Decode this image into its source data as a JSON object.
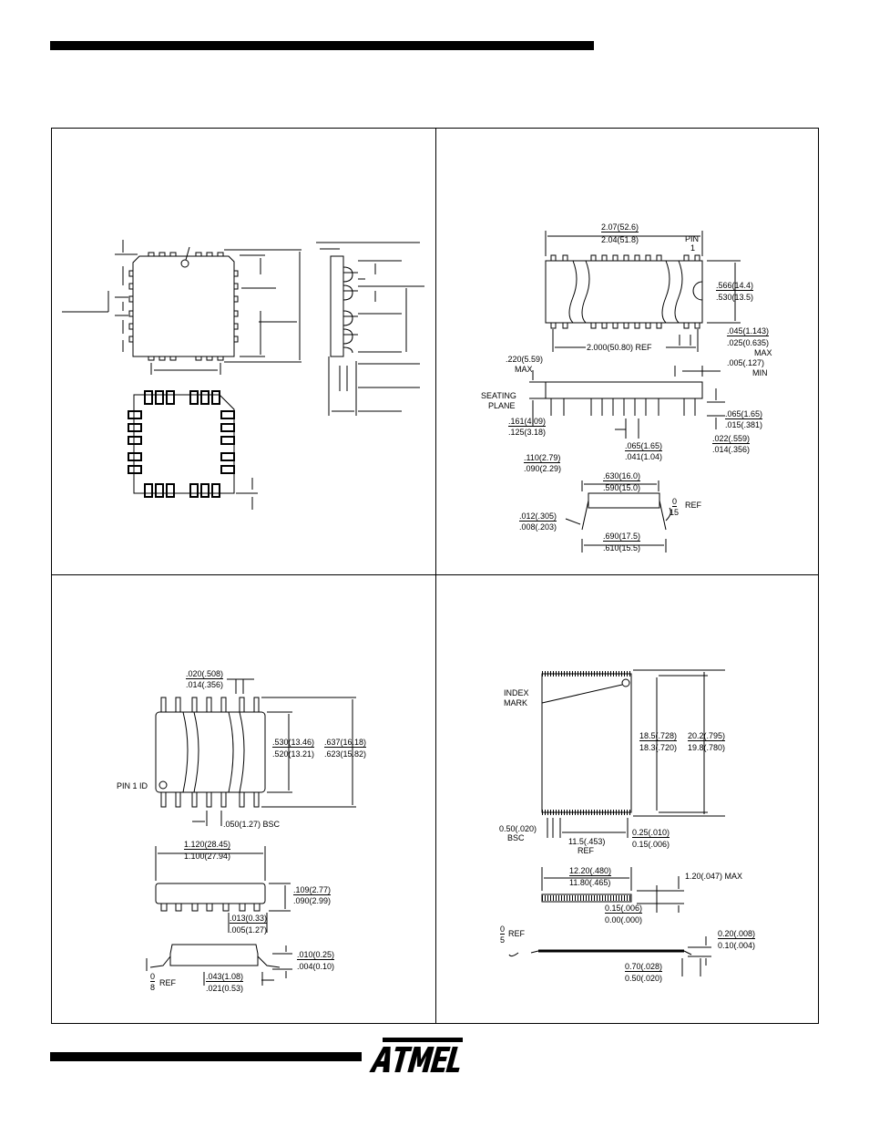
{
  "dip": {
    "length_max": "2.07(52.6)",
    "length_min": "2.04(51.8)",
    "pin1_a": "PIN",
    "pin1_b": "1",
    "width_max": ".566(14.4)",
    "width_min": ".530(13.5)",
    "row_ref": "2.000(50.80) REF",
    "end_max": ".045(1.143)",
    "end_min": ".025(0.635)",
    "end_max_label": "MAX",
    "standoff": ".005(.127)",
    "standoff_label": "MIN",
    "height_a": ".220(5.59)",
    "height_label": "MAX",
    "seating_a": "SEATING",
    "seating_b": "PLANE",
    "lead_len_max": ".161(4.09)",
    "lead_len_min": ".125(3.18)",
    "pitch_max": ".110(2.79)",
    "pitch_min": ".090(2.29)",
    "shoulder_max": ".065(1.65)",
    "shoulder_min": ".041(1.04)",
    "lead_th_max": ".065(1.65)",
    "lead_th_min": ".015(.381)",
    "lead_w_max": ".022(.559)",
    "lead_w_min": ".014(.356)",
    "body_w_max": ".630(16.0)",
    "body_w_min": ".590(15.0)",
    "angle_top": "0",
    "angle_bottom": "15",
    "angle_ref": "REF",
    "frame_max": ".012(.305)",
    "frame_min": ".008(.203)",
    "span_max": ".690(17.5)",
    "span_min": ".610(15.5)"
  },
  "soic": {
    "lead_w_max": ".020(.508)",
    "lead_w_min": ".014(.356)",
    "body_w_max": ".530(13.46)",
    "body_w_min": ".520(13.21)",
    "span_max": ".637(16.18)",
    "span_min": ".623(15.82)",
    "pin1": "PIN 1 ID",
    "pitch": ".050(1.27) BSC",
    "len_max": "1.120(28.45)",
    "len_min": "1.100(27.94)",
    "h_max": ".109(2.77)",
    "h_min": ".090(2.99)",
    "so_max": ".013(0.33)",
    "so_min": ".005(1.27)",
    "th_max": ".010(0.25)",
    "th_min": ".004(0.10)",
    "angle_top": "0",
    "angle_bottom": "8",
    "angle_ref": "REF",
    "foot_max": ".043(1.08)",
    "foot_min": ".021(0.53)"
  },
  "tsop": {
    "index_a": "INDEX",
    "index_b": "MARK",
    "body_max": "18.5(.728)",
    "body_min": "18.3(.720)",
    "span_max": "20.2(.795)",
    "span_min": "19.8(.780)",
    "pitch_a": "0.50(.020)",
    "pitch_b": "BSC",
    "row_a": "11.5(.453)",
    "row_b": "REF",
    "lead_max": "0.25(.010)",
    "lead_min": "0.15(.006)",
    "len_max": "12.20(.480)",
    "len_min": "11.80(.465)",
    "height": "1.20(.047) MAX",
    "so_max": "0.15(.006)",
    "so_min": "0.00(.000)",
    "angle_top": "0",
    "angle_bottom": "5",
    "angle_ref": "REF",
    "th_max": "0.20(.008)",
    "th_min": "0.10(.004)",
    "foot_max": "0.70(.028)",
    "foot_min": "0.50(.020)"
  }
}
